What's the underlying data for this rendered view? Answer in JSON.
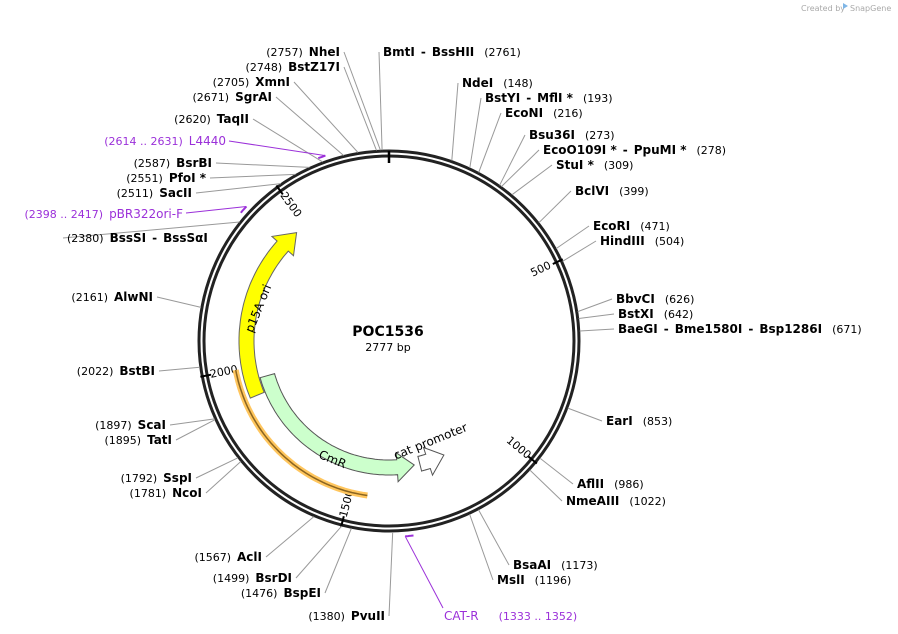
{
  "credit": {
    "text": "Created by",
    "brand": "SnapGene"
  },
  "plasmid": {
    "name": "POC1536",
    "size": "2777 bp",
    "length": 2777
  },
  "ticks": [
    {
      "bp": 500,
      "label": "500"
    },
    {
      "bp": 1000,
      "label": "1000"
    },
    {
      "bp": 1500,
      "label": "1500"
    },
    {
      "bp": 2000,
      "label": "2000"
    },
    {
      "bp": 2500,
      "label": "2500"
    }
  ],
  "features": [
    {
      "name": "p15A ori",
      "start": 1910,
      "end": 2465,
      "direction": "cw",
      "color": "#ffff00",
      "ring": "inner"
    },
    {
      "name": "CmR",
      "start": 1300,
      "end": 1960,
      "direction": "ccw",
      "color": "#ccffcc",
      "ring": "mid"
    },
    {
      "name": "cat promoter",
      "start": 1190,
      "end": 1280,
      "direction": "ccw",
      "color": "#ffffff",
      "ring": "mid"
    },
    {
      "name": "",
      "start": 1450,
      "end": 2000,
      "direction": "ccw",
      "color": "#ffc65e",
      "ring": "outer"
    }
  ],
  "enzymes": [
    {
      "names": [
        "BmtI",
        "BssHII"
      ],
      "pos": "(2761)",
      "bp": 2761
    },
    {
      "names": [
        "NheI"
      ],
      "pos": "(2757)",
      "bp": 2757
    },
    {
      "names": [
        "BstZ17I"
      ],
      "pos": "(2748)",
      "bp": 2748
    },
    {
      "names": [
        "XmnI"
      ],
      "pos": "(2705)",
      "bp": 2705
    },
    {
      "names": [
        "SgrAI"
      ],
      "pos": "(2671)",
      "bp": 2671
    },
    {
      "names": [
        "TaqII"
      ],
      "pos": "(2620)",
      "bp": 2620
    },
    {
      "names": [
        "BsrBI"
      ],
      "pos": "(2587)",
      "bp": 2587
    },
    {
      "names": [
        "PfoI *"
      ],
      "pos": "(2551)",
      "bp": 2551
    },
    {
      "names": [
        "SacII"
      ],
      "pos": "(2511)",
      "bp": 2511
    },
    {
      "names": [
        "BssSI",
        "BssSαI"
      ],
      "pos": "(2380)",
      "bp": 2380
    },
    {
      "names": [
        "AlwNI"
      ],
      "pos": "(2161)",
      "bp": 2161
    },
    {
      "names": [
        "BstBI"
      ],
      "pos": "(2022)",
      "bp": 2022
    },
    {
      "names": [
        "ScaI"
      ],
      "pos": "(1897)",
      "bp": 1897
    },
    {
      "names": [
        "TatI"
      ],
      "pos": "(1895)",
      "bp": 1895
    },
    {
      "names": [
        "SspI"
      ],
      "pos": "(1792)",
      "bp": 1792
    },
    {
      "names": [
        "NcoI"
      ],
      "pos": "(1781)",
      "bp": 1781
    },
    {
      "names": [
        "AclI"
      ],
      "pos": "(1567)",
      "bp": 1567
    },
    {
      "names": [
        "BsrDI"
      ],
      "pos": "(1499)",
      "bp": 1499
    },
    {
      "names": [
        "BspEI"
      ],
      "pos": "(1476)",
      "bp": 1476
    },
    {
      "names": [
        "PvuII"
      ],
      "pos": "(1380)",
      "bp": 1380
    },
    {
      "names": [
        "NdeI"
      ],
      "pos": "(148)",
      "bp": 148
    },
    {
      "names": [
        "BstYI",
        "MflI *"
      ],
      "pos": "(193)",
      "bp": 193
    },
    {
      "names": [
        "EcoNI"
      ],
      "pos": "(216)",
      "bp": 216
    },
    {
      "names": [
        "Bsu36I"
      ],
      "pos": "(273)",
      "bp": 273
    },
    {
      "names": [
        "EcoO109I *",
        "PpuMI *"
      ],
      "pos": "(278)",
      "bp": 278
    },
    {
      "names": [
        "StuI *"
      ],
      "pos": "(309)",
      "bp": 309
    },
    {
      "names": [
        "BclVI"
      ],
      "pos": "(399)",
      "bp": 399
    },
    {
      "names": [
        "EcoRI"
      ],
      "pos": "(471)",
      "bp": 471
    },
    {
      "names": [
        "HindIII"
      ],
      "pos": "(504)",
      "bp": 504
    },
    {
      "names": [
        "BbvCI"
      ],
      "pos": "(626)",
      "bp": 626
    },
    {
      "names": [
        "BstXI"
      ],
      "pos": "(642)",
      "bp": 642
    },
    {
      "names": [
        "BaeGI",
        "Bme1580I",
        "Bsp1286I"
      ],
      "pos": "(671)",
      "bp": 671
    },
    {
      "names": [
        "EarI"
      ],
      "pos": "(853)",
      "bp": 853
    },
    {
      "names": [
        "AflII"
      ],
      "pos": "(986)",
      "bp": 986
    },
    {
      "names": [
        "NmeAIII"
      ],
      "pos": "(1022)",
      "bp": 1022
    },
    {
      "names": [
        "BsaAI"
      ],
      "pos": "(1173)",
      "bp": 1173
    },
    {
      "names": [
        "MslI"
      ],
      "pos": "(1196)",
      "bp": 1196
    }
  ],
  "primers": [
    {
      "name": "L4440",
      "range": "(2614 .. 2631)",
      "start": 2614,
      "end": 2631
    },
    {
      "name": "pBR322ori-F",
      "range": "(2398 .. 2417)",
      "start": 2398,
      "end": 2417
    },
    {
      "name": "CAT-R",
      "range": "(1333 .. 1352)",
      "start": 1333,
      "end": 1352
    }
  ]
}
